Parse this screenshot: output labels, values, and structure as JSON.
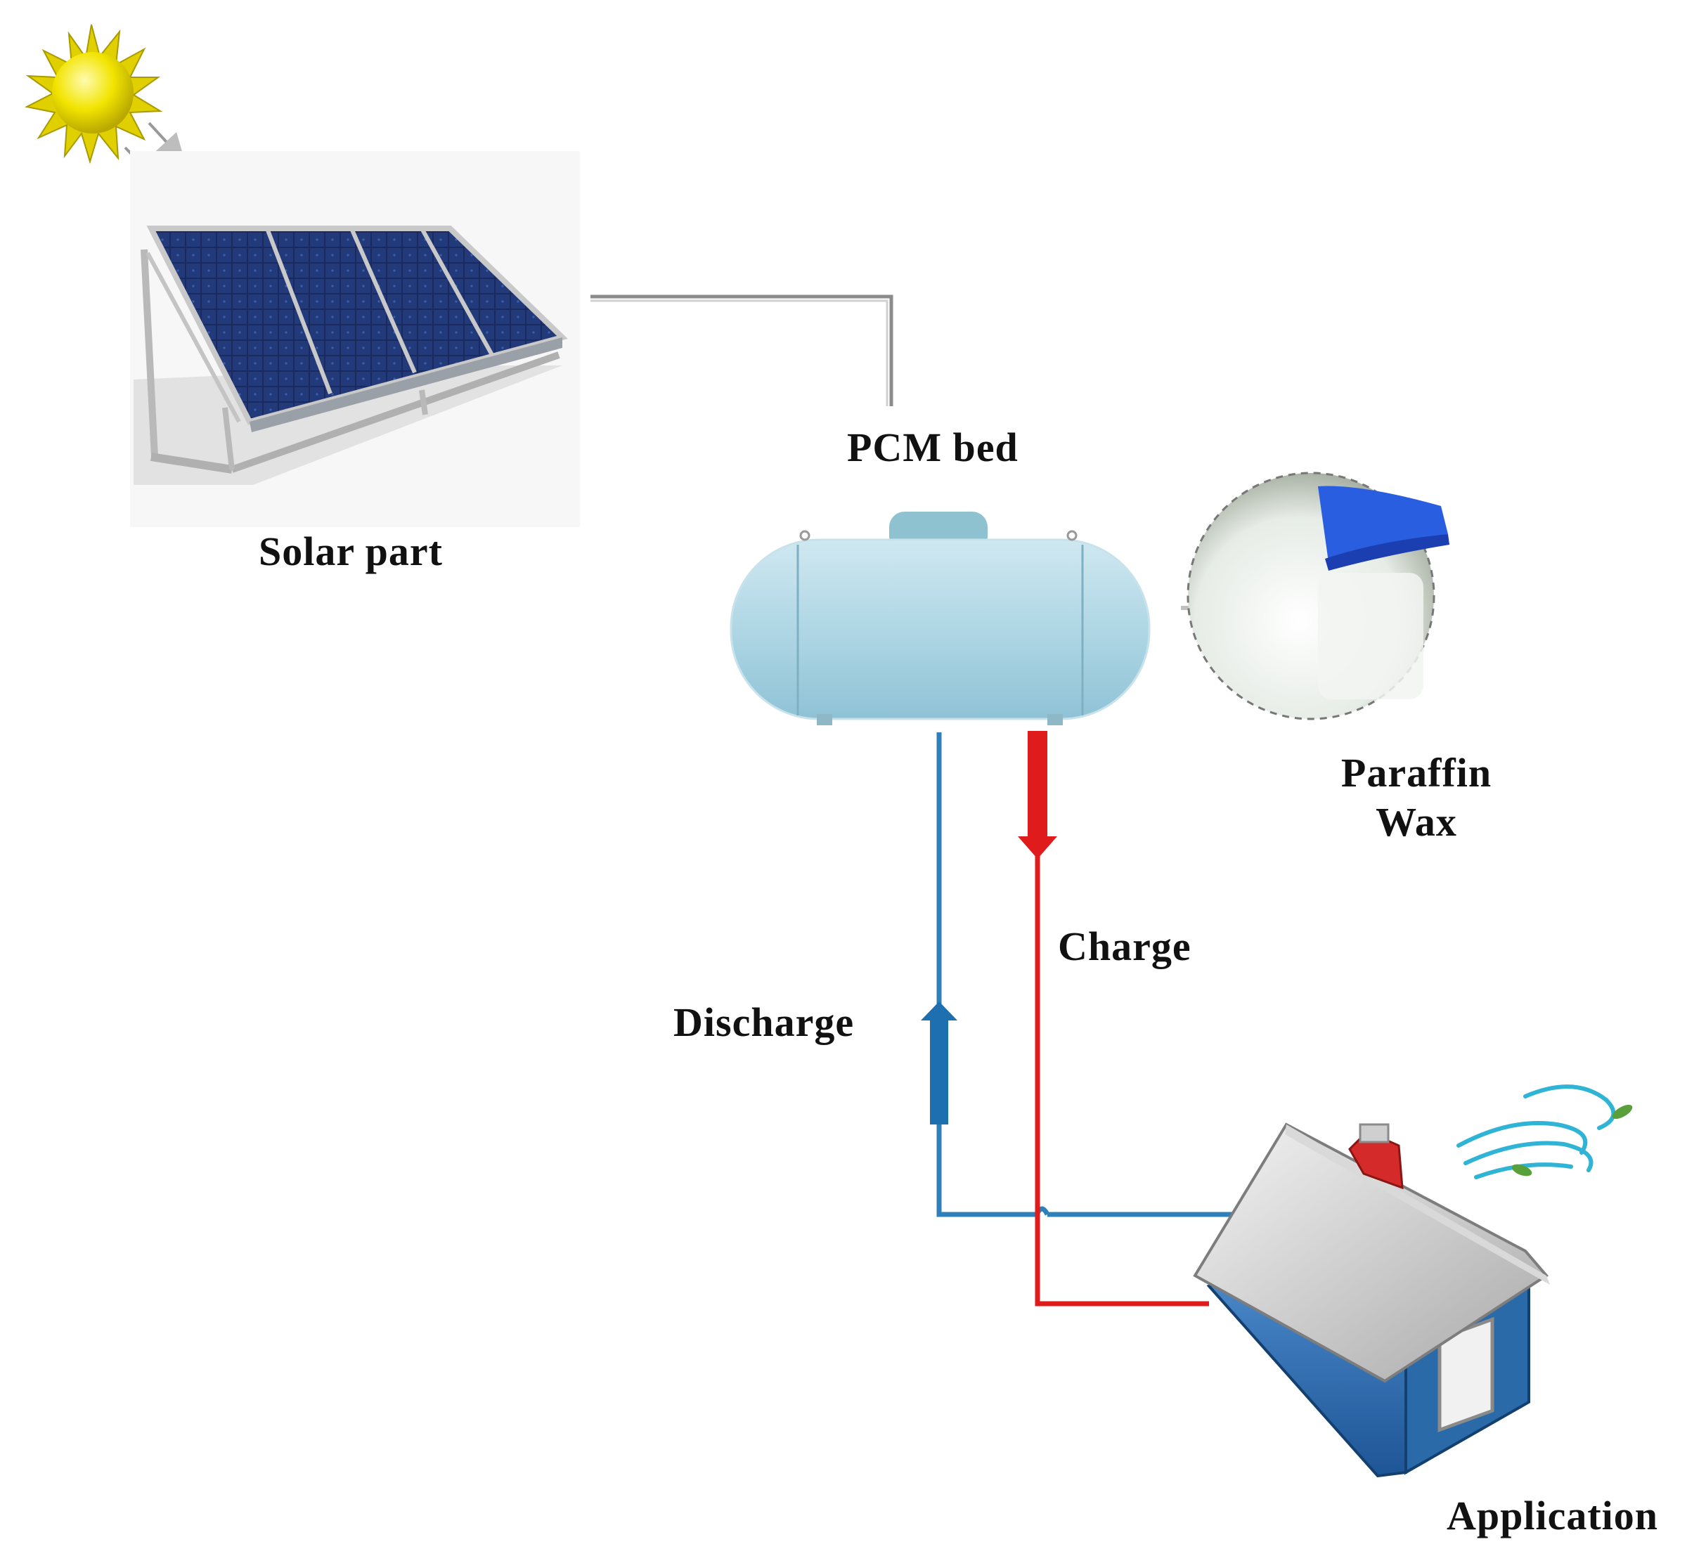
{
  "labels": {
    "solar_part": "Solar part",
    "pcm_bed": "PCM bed",
    "paraffin_line1": "Paraffin",
    "paraffin_line2": "Wax",
    "charge": "Charge",
    "discharge": "Discharge",
    "application": "Application"
  },
  "colors": {
    "charge_line": "#e01b1b",
    "discharge_line": "#2f7fb8",
    "tank": "#a9d3e2",
    "panel": "#1b2a5e",
    "sun": "#f4e400",
    "house_wall": "#2b6aa8",
    "roof": "#cfcfcf",
    "chimney": "#d42a2a",
    "jar_cap": "#2a5ee0"
  },
  "icons": {
    "sun": "sun-icon",
    "solar_panel": "solar-panel-icon",
    "tank": "pcm-tank-icon",
    "paraffin": "paraffin-wax-jar-icon",
    "house": "house-icon",
    "wind": "wind-icon"
  }
}
